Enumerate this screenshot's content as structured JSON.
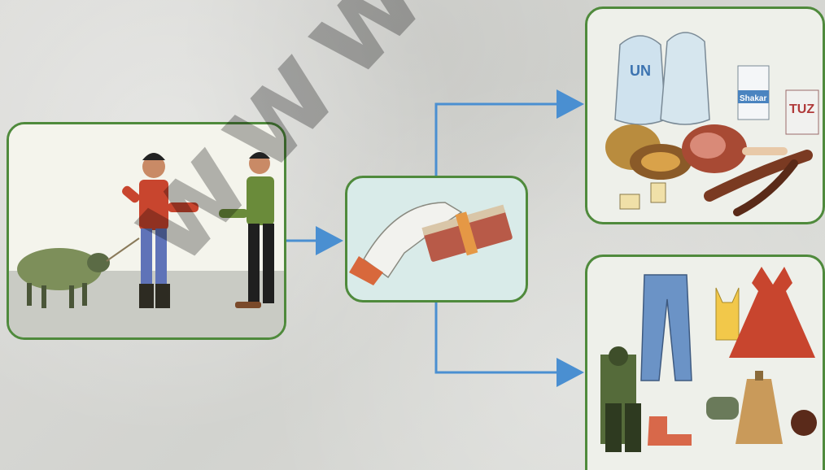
{
  "diagram": {
    "nodes": [
      {
        "id": "trade",
        "label": "sheep-sale-scene"
      },
      {
        "id": "money",
        "label": "money-bundle"
      },
      {
        "id": "food",
        "label": "food-goods"
      },
      {
        "id": "clothes",
        "label": "clothing-goods"
      }
    ],
    "edges": [
      {
        "from": "trade",
        "to": "money"
      },
      {
        "from": "money",
        "to": "food"
      },
      {
        "from": "money",
        "to": "clothes"
      }
    ]
  },
  "food": {
    "sack_label": "UN",
    "sugar_label": "Shakar",
    "salt_label": "TUZ"
  },
  "watermark": "www.N.A.TUZ",
  "colors": {
    "panel_border": "#4f8a3c",
    "arrow": "#4a8fd1"
  }
}
